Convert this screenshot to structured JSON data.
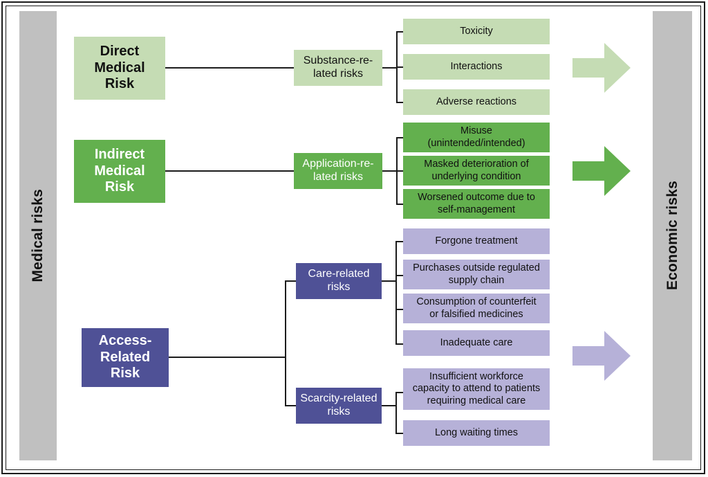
{
  "diagram": {
    "title_left_rail": "Medical risks",
    "title_right_rail": "Economic risks",
    "colors": {
      "light_green": "#c5dcb4",
      "green": "#63b04e",
      "dark_purple": "#4f5196",
      "light_purple": "#b6b1d8",
      "rail_gray": "#c0c0c0",
      "line_black": "#1b1b1b"
    },
    "branches": [
      {
        "id": "direct-medical-risk",
        "level1": "Direct\nMedical\nRisk",
        "level1_lines": [
          "Direct",
          "Medical",
          "Risk"
        ],
        "level2": "Substance-re-\nlated risks",
        "level2_lines": [
          "Substance-re-",
          "lated risks"
        ],
        "leaves": [
          "Toxicity",
          "Interactions",
          "Adverse reactions"
        ],
        "arrow_color": "#c5dcb4"
      },
      {
        "id": "indirect-medical-risk",
        "level1": "Indirect\nMedical\nRisk",
        "level1_lines": [
          "Indirect",
          "Medical",
          "Risk"
        ],
        "level2": "Application-re-\nlated risks",
        "level2_lines": [
          "Application-re-",
          "lated risks"
        ],
        "leaves": [
          "Misuse\n(unintended/intended)",
          "Masked deterioration of\nunderlying condition",
          "Worsened outcome due to\nself-management"
        ],
        "arrow_color": "#63b04e"
      },
      {
        "id": "access-related-risk",
        "level1": "Access-\nRelated\nRisk",
        "level1_lines": [
          "Access-",
          "Related",
          "Risk"
        ],
        "level2_groups": [
          {
            "id": "care-related-risks",
            "label": "Care-related\nrisks",
            "label_lines": [
              "Care-related",
              "risks"
            ],
            "leaves": [
              "Forgone treatment",
              "Purchases outside regulated\nsupply chain",
              "Consumption of counterfeit\nor falsified medicines",
              "Inadequate care"
            ]
          },
          {
            "id": "scarcity-related-risks",
            "label": "Scarcity-related\nrisks",
            "label_lines": [
              "Scarcity-related",
              "risks"
            ],
            "leaves": [
              "Insufficient workforce\ncapacity to attend to patients\nrequiring medical care",
              "Long waiting times"
            ]
          }
        ],
        "arrow_color": "#b6b1d8"
      }
    ],
    "nodes": {
      "direct_level1": "Direct Medical Risk",
      "direct_level2": "Substance-related risks",
      "leaf_toxicity": "Toxicity",
      "leaf_interactions": "Interactions",
      "leaf_adverse": "Adverse reactions",
      "indirect_level1": "Indirect Medical Risk",
      "indirect_level2": "Application-related risks",
      "leaf_misuse": "Misuse (unintended/intended)",
      "leaf_masked": "Masked deterioration of underlying condition",
      "leaf_worsened": "Worsened outcome due to self-management",
      "access_level1": "Access-Related Risk",
      "care_level2": "Care-related risks",
      "leaf_forgone": "Forgone treatment",
      "leaf_purchases": "Purchases outside regulated supply chain",
      "leaf_counterfeit": "Consumption of counterfeit or falsified medicines",
      "leaf_inadequate": "Inadequate care",
      "scarcity_level2": "Scarcity-related risks",
      "leaf_workforce": "Insufficient workforce capacity to attend to patients requiring medical care",
      "leaf_waiting": "Long waiting times"
    },
    "arrows": {
      "top": "arrow-right-icon",
      "middle": "arrow-right-icon",
      "bottom": "arrow-right-icon"
    }
  }
}
